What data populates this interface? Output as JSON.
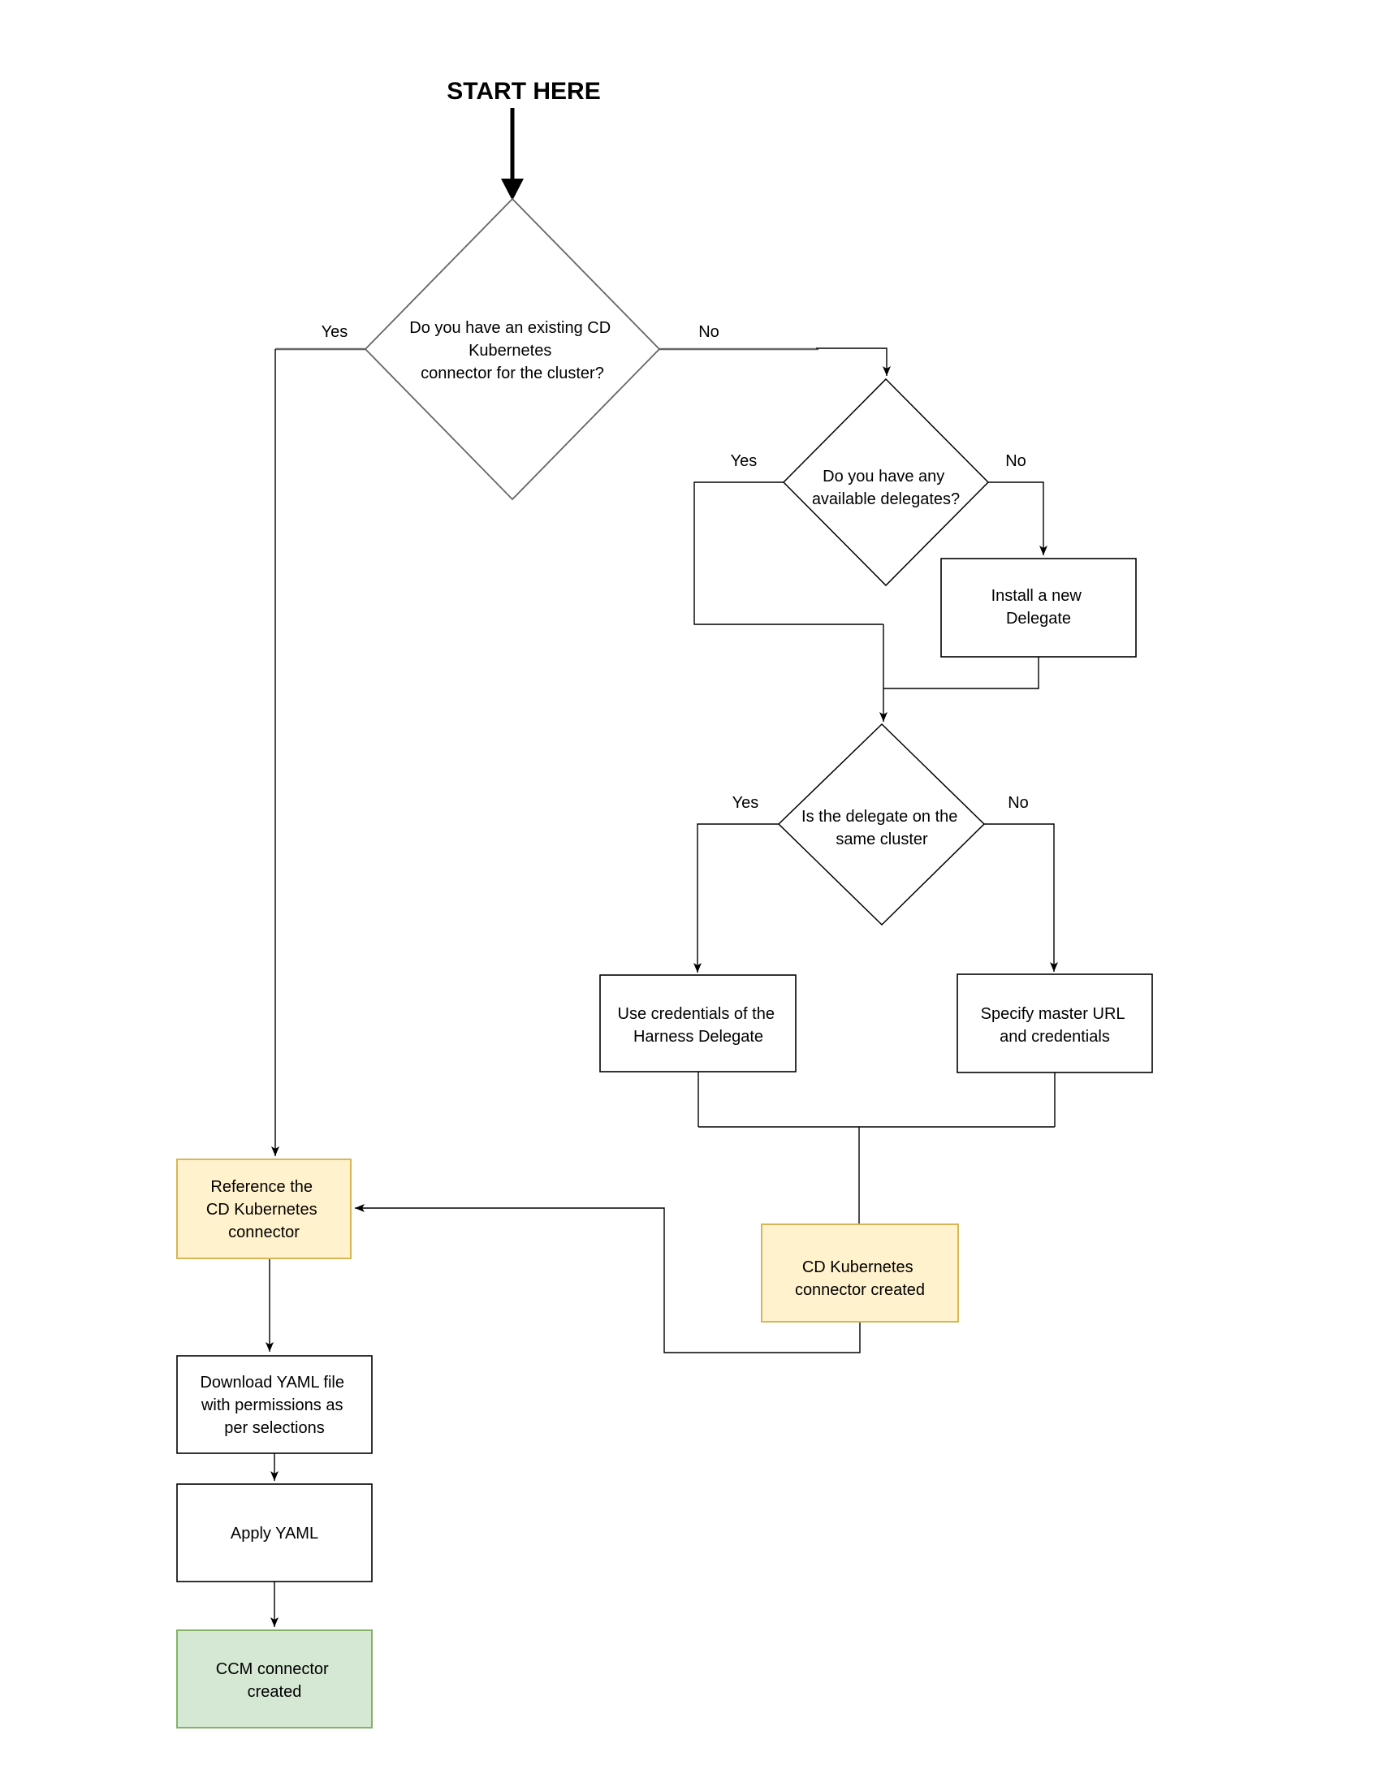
{
  "flowchart": {
    "start_label": "START HERE",
    "branch_labels": {
      "yes": "Yes",
      "no": "No"
    },
    "decisions": {
      "existing_connector": {
        "lines": [
          "Do you have an existing CD",
          "Kubernetes",
          "connector for the cluster?"
        ]
      },
      "available_delegates": {
        "lines": [
          "Do you have any",
          "available delegates?"
        ]
      },
      "delegate_same_cluster": {
        "lines": [
          "Is the delegate on the",
          "same cluster"
        ]
      }
    },
    "processes": {
      "install_delegate": {
        "lines": [
          "Install a new",
          "Delegate"
        ]
      },
      "use_credentials": {
        "lines": [
          "Use credentials of the",
          "Harness Delegate"
        ]
      },
      "specify_master_url": {
        "lines": [
          "Specify master URL",
          "and credentials"
        ]
      },
      "cd_connector_created": {
        "lines": [
          "CD Kubernetes",
          "connector created"
        ]
      },
      "reference_connector": {
        "lines": [
          "Reference the",
          "CD Kubernetes",
          "connector"
        ]
      },
      "download_yaml": {
        "lines": [
          "Download YAML file",
          "with permissions as",
          "per selections"
        ]
      },
      "apply_yaml": {
        "lines": [
          "Apply YAML"
        ]
      },
      "ccm_connector_created": {
        "lines": [
          "CCM connector",
          "created"
        ]
      }
    },
    "colors": {
      "highlight_fill": "#FFF2CC",
      "highlight_stroke": "#D6B656",
      "success_fill": "#D5E8D4",
      "success_stroke": "#82B366",
      "line": "#000000",
      "gray_line": "#666666"
    }
  }
}
